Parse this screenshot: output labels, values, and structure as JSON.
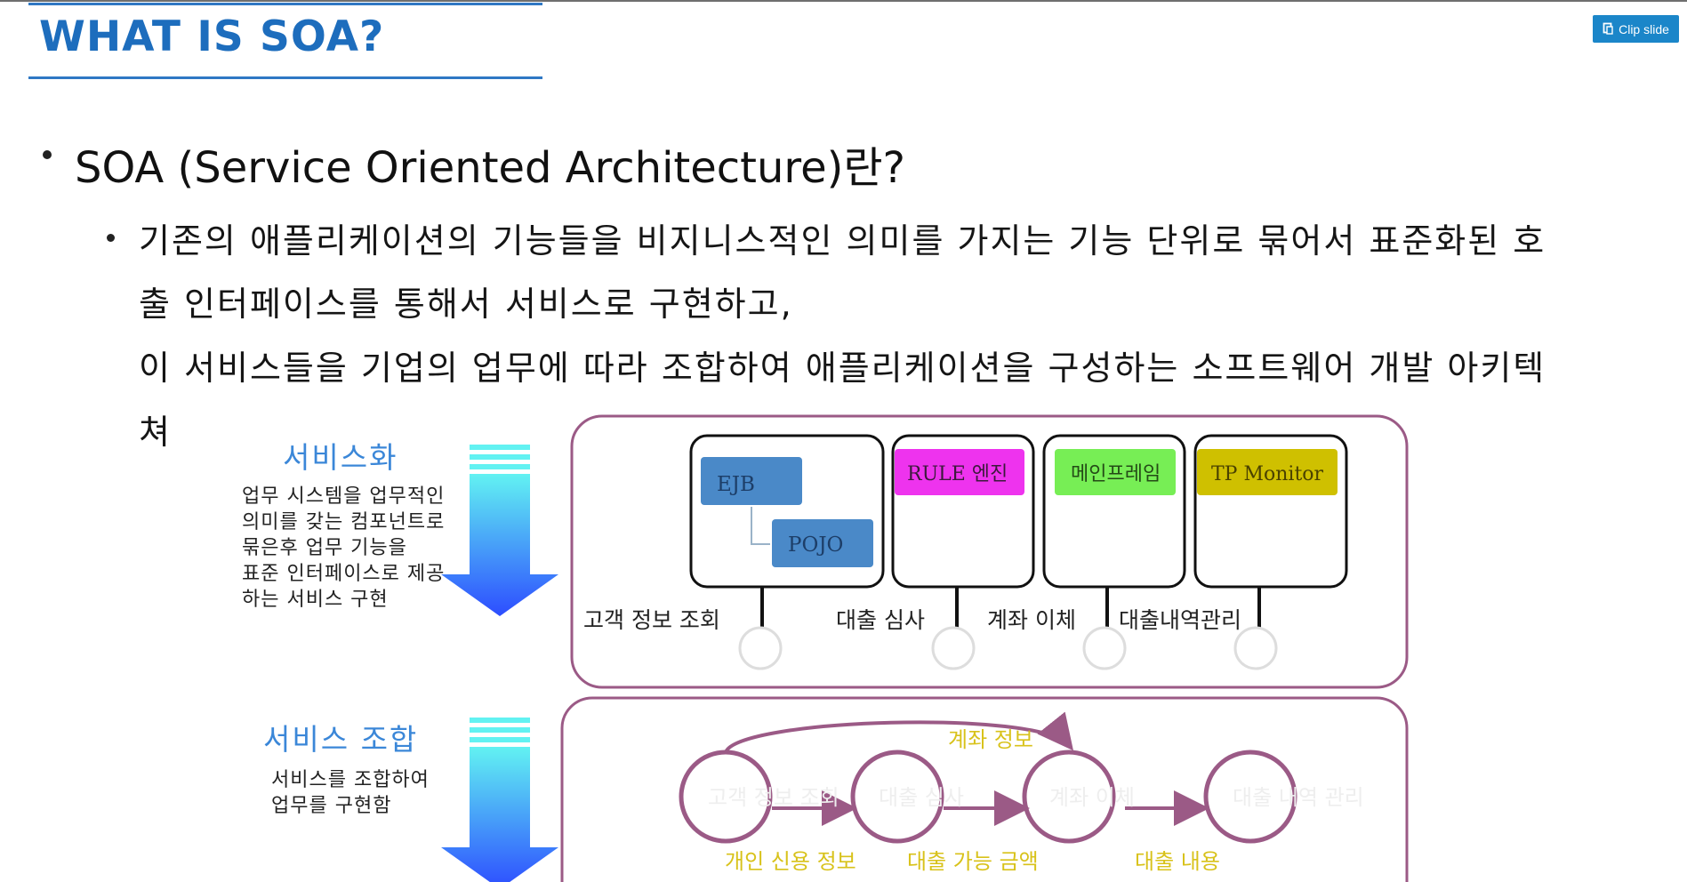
{
  "title": "WHAT IS SOA?",
  "clip_button": {
    "label": "Clip slide",
    "icon": "clip-icon"
  },
  "bullet_main": "SOA (Service Oriented Architecture)란?",
  "body": {
    "line1": "기존의 애플리케이션의 기능들을 비지니스적인 의미를 가지는 기능 단위로 묶어서 표준화된 호",
    "line2": "출 인터페이스를 통해서 서비스로 구현하고,",
    "line3": "이 서비스들을 기업의 업무에 따라 조합하여 애플리케이션을 구성하는 소프트웨어 개발 아키텍",
    "line4": "쳐"
  },
  "servicization": {
    "title": "서비스화",
    "desc": "업무 시스템을 업무적인\n의미를 갖는 컴포넌트로\n묶은후 업무 기능을\n표준 인터페이스로 제공\n하는 서비스 구현"
  },
  "composition": {
    "title": "서비스 조합",
    "desc": "서비스를 조합하여\n업무를 구현함"
  },
  "components": {
    "ejb": "EJB",
    "pojo": "POJO",
    "rule": "RULE 엔진",
    "mainframe": "메인프레임",
    "tp": "TP Monitor"
  },
  "services": [
    "고객 정보 조회",
    "대출 심사",
    "계좌 이체",
    "대출내역관리"
  ],
  "flow": {
    "nodes": [
      "고객 정보 조회",
      "대출 심사",
      "계좌 이체",
      "대출 내역 관리"
    ],
    "top_label": "계좌 정보",
    "edge_labels": [
      "개인 신용 정보",
      "대출 가능 금액",
      "대출 내용"
    ]
  },
  "colors": {
    "title": "#1d6dbd",
    "ejb": "#4a89c8",
    "rule": "#ee33ee",
    "mainframe": "#77ee55",
    "tp": "#cfc000",
    "frame": "#9b5a86",
    "flow_label": "#d8c21a"
  }
}
